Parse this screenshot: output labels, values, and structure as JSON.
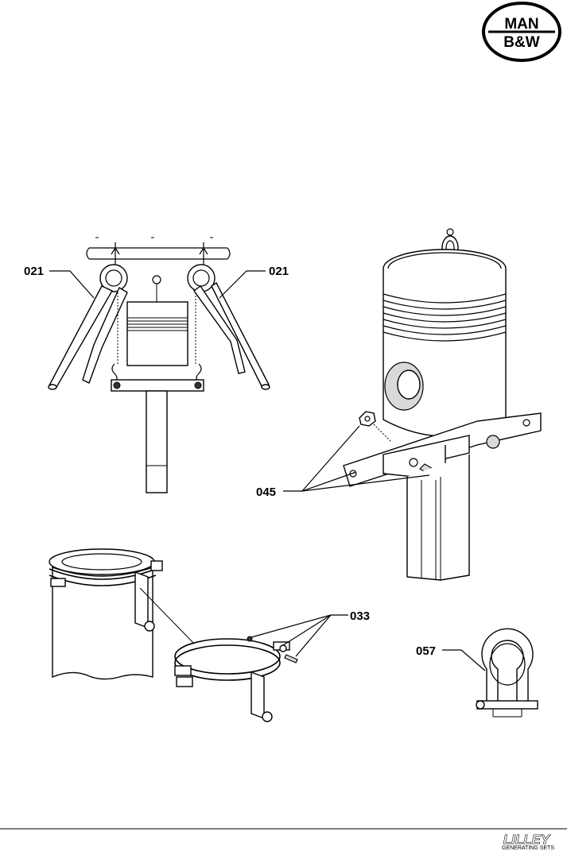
{
  "logo": {
    "line1": "MAN",
    "line2": "B&W"
  },
  "callouts": [
    {
      "id": "021-left",
      "text": "021"
    },
    {
      "id": "021-right",
      "text": "021"
    },
    {
      "id": "045",
      "text": "045"
    },
    {
      "id": "033",
      "text": "033"
    },
    {
      "id": "057",
      "text": "057"
    }
  ],
  "footer": {
    "brand": "LILLEY",
    "tagline": "GENERATING SETS"
  }
}
